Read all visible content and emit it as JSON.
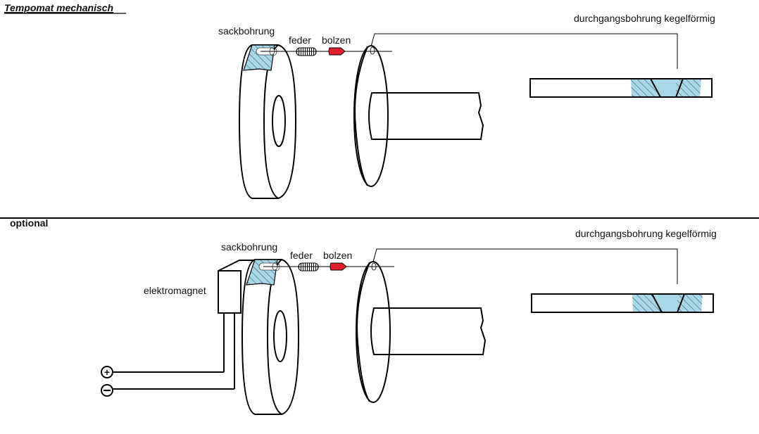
{
  "title": "Tempomat mechanisch",
  "section_label": "optional",
  "colors": {
    "hatch_fill": "#a8d8e8",
    "bolt": "#e0202c",
    "line": "#000000"
  },
  "top": {
    "labels": {
      "sackbohrung": "sackbohrung",
      "feder": "feder",
      "bolzen": "bolzen",
      "durchgang": "durchgangsbohrung kegelförmig"
    }
  },
  "bottom": {
    "labels": {
      "sackbohrung": "sackbohrung",
      "feder": "feder",
      "bolzen": "bolzen",
      "durchgang": "durchgangsbohrung kegelförmig",
      "elektromagnet": "elektromagnet",
      "plus": "+",
      "minus": "−"
    }
  }
}
